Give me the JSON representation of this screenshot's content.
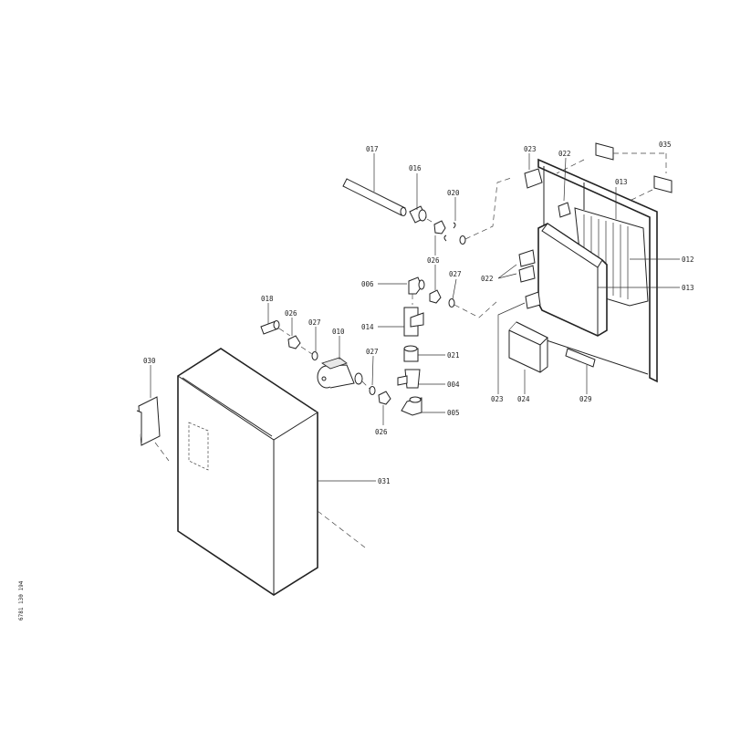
{
  "diagram": {
    "labels": [
      "017",
      "016",
      "020",
      "026",
      "027",
      "006",
      "014",
      "021",
      "004",
      "005",
      "026",
      "018",
      "026",
      "027",
      "010",
      "027",
      "030",
      "031",
      "023",
      "022",
      "035",
      "013",
      "012",
      "013",
      "022",
      "023",
      "024",
      "029"
    ],
    "doc_number": "6781 130 194"
  }
}
